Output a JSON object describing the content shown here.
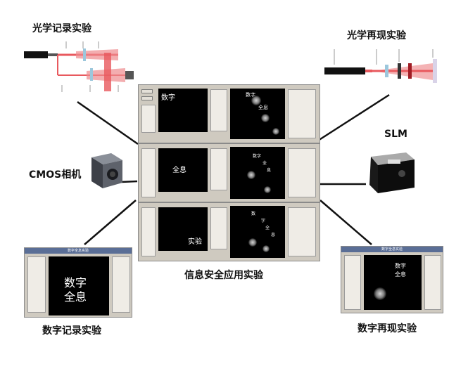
{
  "labels": {
    "optical_record": "光学记录实验",
    "optical_reproduce": "光学再现实验",
    "slm": "SLM",
    "cmos": "CMOS相机",
    "info_security": "信息安全应用实验",
    "digital_record": "数字记录实验",
    "digital_reproduce": "数字再现实验"
  },
  "screens": {
    "row1": "数字",
    "row2": "全息",
    "row3": "实验"
  },
  "speckle_labels": {
    "row1": [
      "数字",
      "全息"
    ],
    "row2": [
      "数字",
      "全",
      "息"
    ],
    "row3": [
      "数",
      "字",
      "全",
      "息"
    ]
  },
  "digital_record_screen": [
    "数字",
    "全息"
  ],
  "digital_reproduce_screen": [
    "数字",
    "全息"
  ],
  "small_windows": {
    "record_title": "数字全息实验",
    "reproduce_title": "数字全息实验"
  },
  "colors": {
    "beam": "#e8595e",
    "panel": "#cfcac0",
    "screen": "#000000"
  }
}
